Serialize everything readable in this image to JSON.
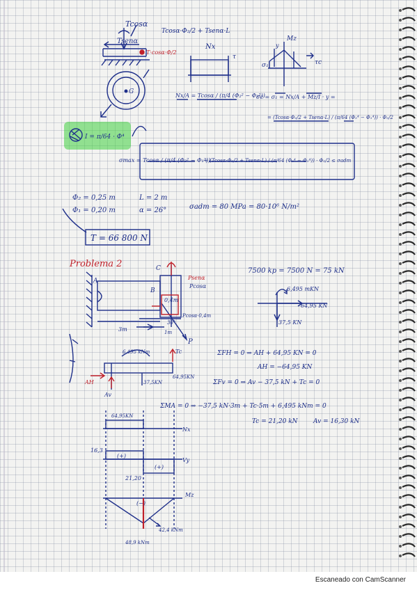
{
  "sheet": {
    "ink_color": "#1e2f8a",
    "accent_color": "#c0202a",
    "highlight_color": "#3fcf3f"
  },
  "p1": {
    "force_T_cos": "Tcosα",
    "top_eq": "Tcosα·Φ₂/2 + Tsenα·L",
    "force_T_sin": "Tsenα",
    "red_note": "T·cosα·Φ/2",
    "label_Nx": "Nx",
    "label_tau": "τ",
    "label_Mz": "Mz",
    "label_y": "y",
    "label_G": "G",
    "label_sigma_left": "σ₁",
    "label_tau_right": "τc",
    "inertia": "I = π/64 · Φ⁴",
    "stress_eq_1": "Nx/A = Tcosα / (π/4 (Φ₂² − Φ₁²))",
    "stress_eq_2": "σc = σ₁ = Nx/A + Mz/I · y =",
    "stress_eq_3": "= (Tcosα·Φ₂/2 + Tsenα·L) / (π/64 (Φ₂⁴ − Φ₁⁴)) · Φ₂/2",
    "boxed_eq_left": "σmax = Tcosα / (π/4 (Φ₂² − Φ₁²))",
    "boxed_eq_right": "+ (Tcosα·Φ₂/2 + Tsenα·L) / (π/64 (Φ₂⁴ − Φ₁⁴)) · Φ₂/2 ≤ σadm",
    "data_phi2": "Φ₂ = 0,25 m",
    "data_L": "L = 2 m",
    "data_phi1": "Φ₁ = 0,20 m",
    "data_alpha": "α = 26°",
    "data_sigma": "σadm = 80 MPa = 80·10⁶ N/m²",
    "answer": "T = 66 800 N"
  },
  "p2": {
    "heading": "Problema 2",
    "weight_eq": "7500 kp = 7500 N = 75 kN",
    "label_A": "A",
    "label_B": "B",
    "label_C": "C",
    "label_P": "P",
    "label_Psen": "Psenα",
    "label_Pcos": "Pcosα",
    "label_P_length": "Pcosα·0,4m",
    "label_0_4m": "0,4m",
    "label_angle": "30°",
    "label_3m": "3m",
    "label_1m": "1m",
    "force_moment": "6,495 mKN",
    "force_h": "64,95 KN",
    "force_v": "37,5 KN",
    "eq_fh_1": "ΣFH = 0 ⇒ AH + 64,95 KN = 0",
    "eq_fh_2": "AH = −64,95 KN",
    "eq_fv": "ΣFv = 0 ⇒ Av − 37,5 kN + Tc = 0",
    "eq_m_1": "ΣMA = 0 ⇒ −37,5 kN·3m + Tc·5m + 6,495 kNm = 0",
    "eq_m_2": "Tc = 21,20 kN",
    "eq_m_3": "Av = 16,30 kN",
    "beam_moment": "6,495 kNm",
    "beam_tc": "Tc",
    "beam_ah": "AH",
    "beam_av": "Av",
    "beam_load": "37,5KN",
    "beam_load_h": "64,95KN",
    "n_value": "64,95KN",
    "n_label": "Nx",
    "v_top": "16,3",
    "v_label_l": "(+)",
    "v_label_r": "(+)",
    "v_bottom": "21,20",
    "v_axis": "Vy",
    "m_label": "(−)",
    "m_axis": "Mz",
    "m_val_1": "48,9 kNm",
    "m_val_2": "42,4 kNm"
  },
  "footer": {
    "scanner_label": "Escaneado con CamScanner"
  }
}
